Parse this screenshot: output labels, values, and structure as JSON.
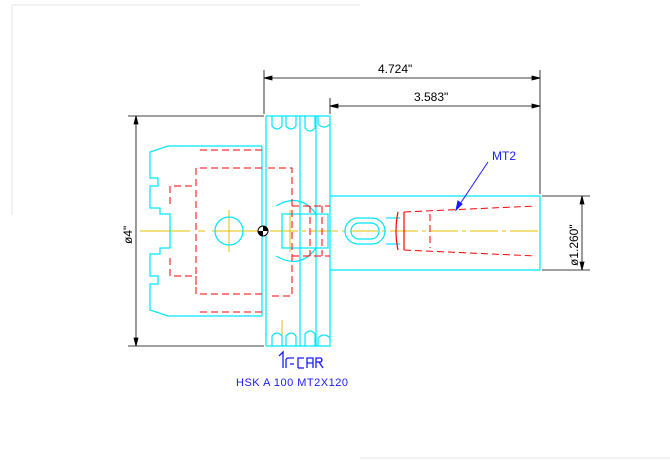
{
  "dimensions": {
    "overall_length": "4.724\"",
    "shank_length": "3.583\"",
    "flange_diameter": "ø4\"",
    "shank_diameter": "ø1.260\""
  },
  "callout": {
    "taper": "MT2"
  },
  "logo": {
    "text": "iscar"
  },
  "caption": {
    "part_number": "HSK  A  100  MT2X120"
  },
  "colors": {
    "outline": "#00e5ff",
    "hidden": "#ff0000",
    "dimension": "#000000",
    "callout": "#1a1aff",
    "centerline": "#e6c000"
  }
}
